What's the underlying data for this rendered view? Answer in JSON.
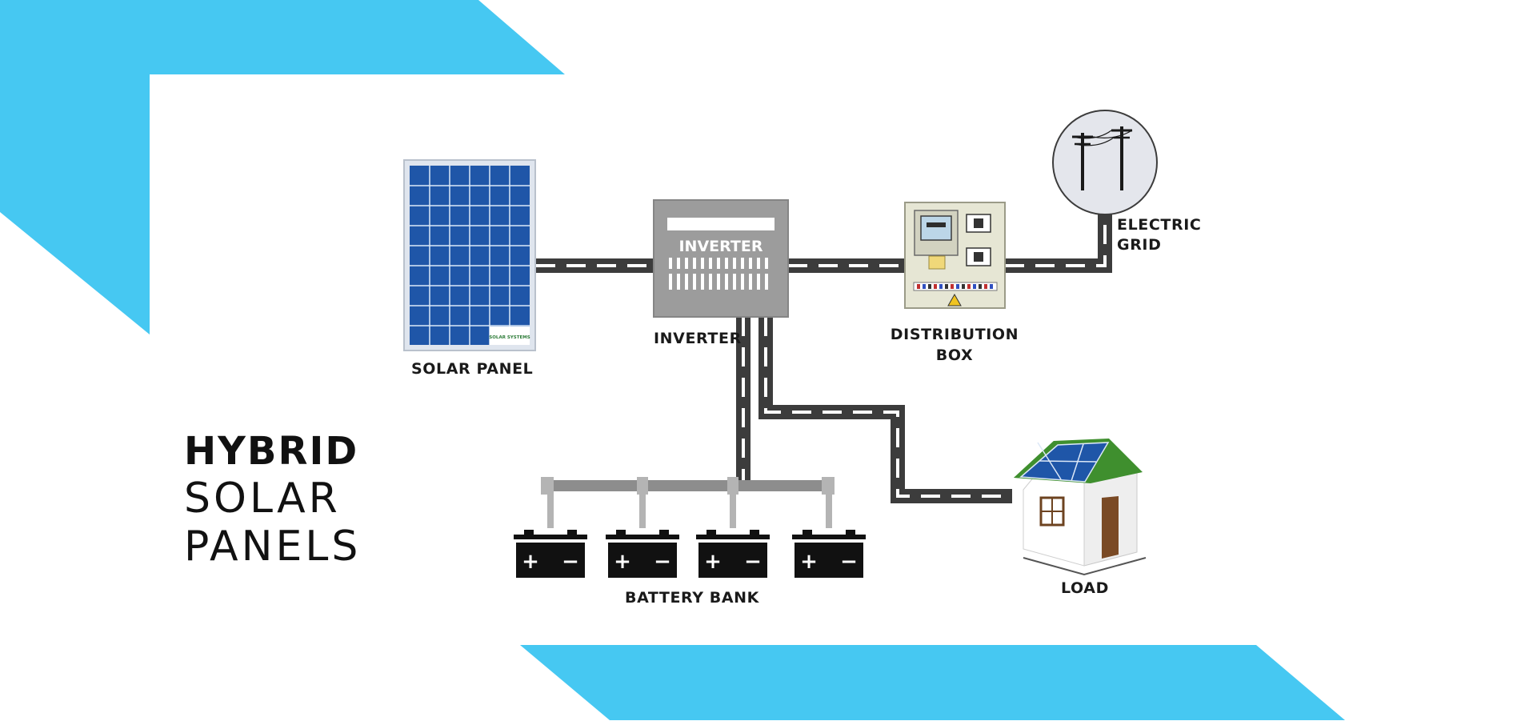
{
  "title": {
    "line1": "HYBRID",
    "line2": "SOLAR",
    "line3": "PANELS"
  },
  "components": {
    "solar_panel": {
      "label": "SOLAR PANEL",
      "logo_text": "SOLAR SYSTEMS"
    },
    "inverter": {
      "label": "INVERTER",
      "face_text": "INVERTER"
    },
    "distribution_box": {
      "label_line1": "DISTRIBUTION",
      "label_line2": "BOX"
    },
    "electric_grid": {
      "label_line1": "ELECTRIC",
      "label_line2": "GRID"
    },
    "battery_bank": {
      "label": "BATTERY BANK",
      "plus_symbol": "+",
      "minus_symbol": "−"
    },
    "load": {
      "label": "LOAD"
    }
  },
  "colors": {
    "accent_blue": "#46c8f2",
    "panel_blue": "#1f56a8",
    "wire_dark": "#3c3c3c",
    "wire_dash": "#ffffff",
    "inverter_gray": "#9c9c9c",
    "box_beige": "#e6e6d4",
    "roof_green": "#3f8f2e",
    "battery_black": "#111111",
    "bus_gray": "#8d8d8d"
  }
}
